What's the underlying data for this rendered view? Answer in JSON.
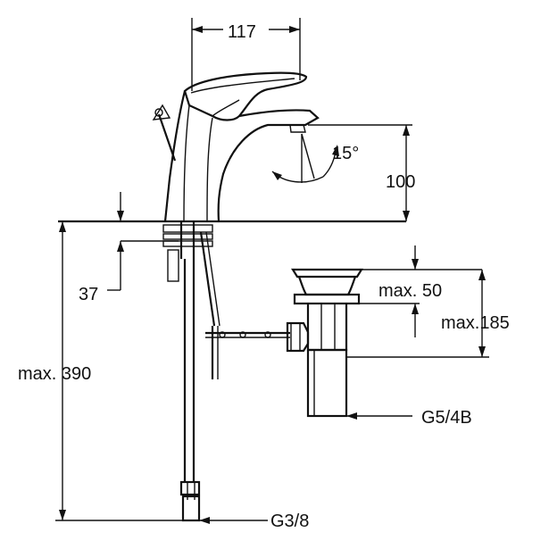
{
  "colors": {
    "line": "#111111",
    "background": "#ffffff"
  },
  "dimensions": {
    "spout_width": "117",
    "spout_angle": "15°",
    "spout_height": "100",
    "deck_thickness": "37",
    "max_height": "max. 390",
    "pop_up_lift": "max. 50",
    "waste_depth": "max.185",
    "waste_thread": "G5/4B",
    "supply_thread": "G3/8"
  }
}
